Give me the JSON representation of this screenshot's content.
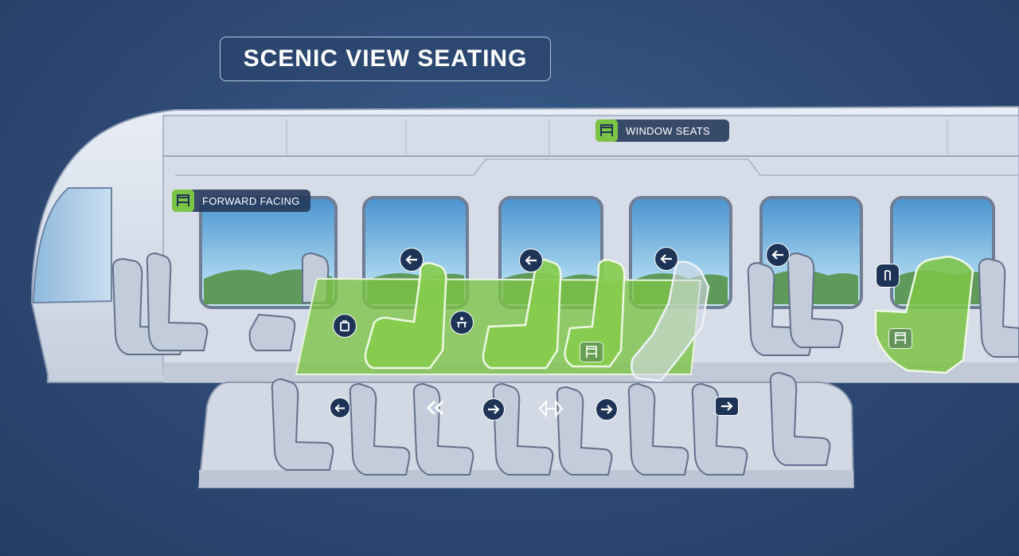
{
  "title": "SCENIC VIEW SEATING",
  "badges": {
    "window_seats": "WINDOW SEATS",
    "forward_facing": "FORWARD FACING"
  },
  "icons": {
    "direction_upper": [
      "arrow-left-icon",
      "arrow-left-icon",
      "arrow-left-icon",
      "arrow-left-icon"
    ],
    "direction_lower": [
      "arrow-left-icon",
      "double-chevron-left-icon",
      "arrow-right-icon",
      "direction-swap-icon",
      "arrow-right-icon",
      "arrow-right-icon"
    ],
    "amenities": [
      "luggage-icon",
      "accessible-seat-icon",
      "walker-icon",
      "grab-handle-icon",
      "luggage-rack-icon"
    ]
  },
  "colors": {
    "background": "#2d4a73",
    "highlight": "#7cc444",
    "badge_bg": "#223656"
  }
}
